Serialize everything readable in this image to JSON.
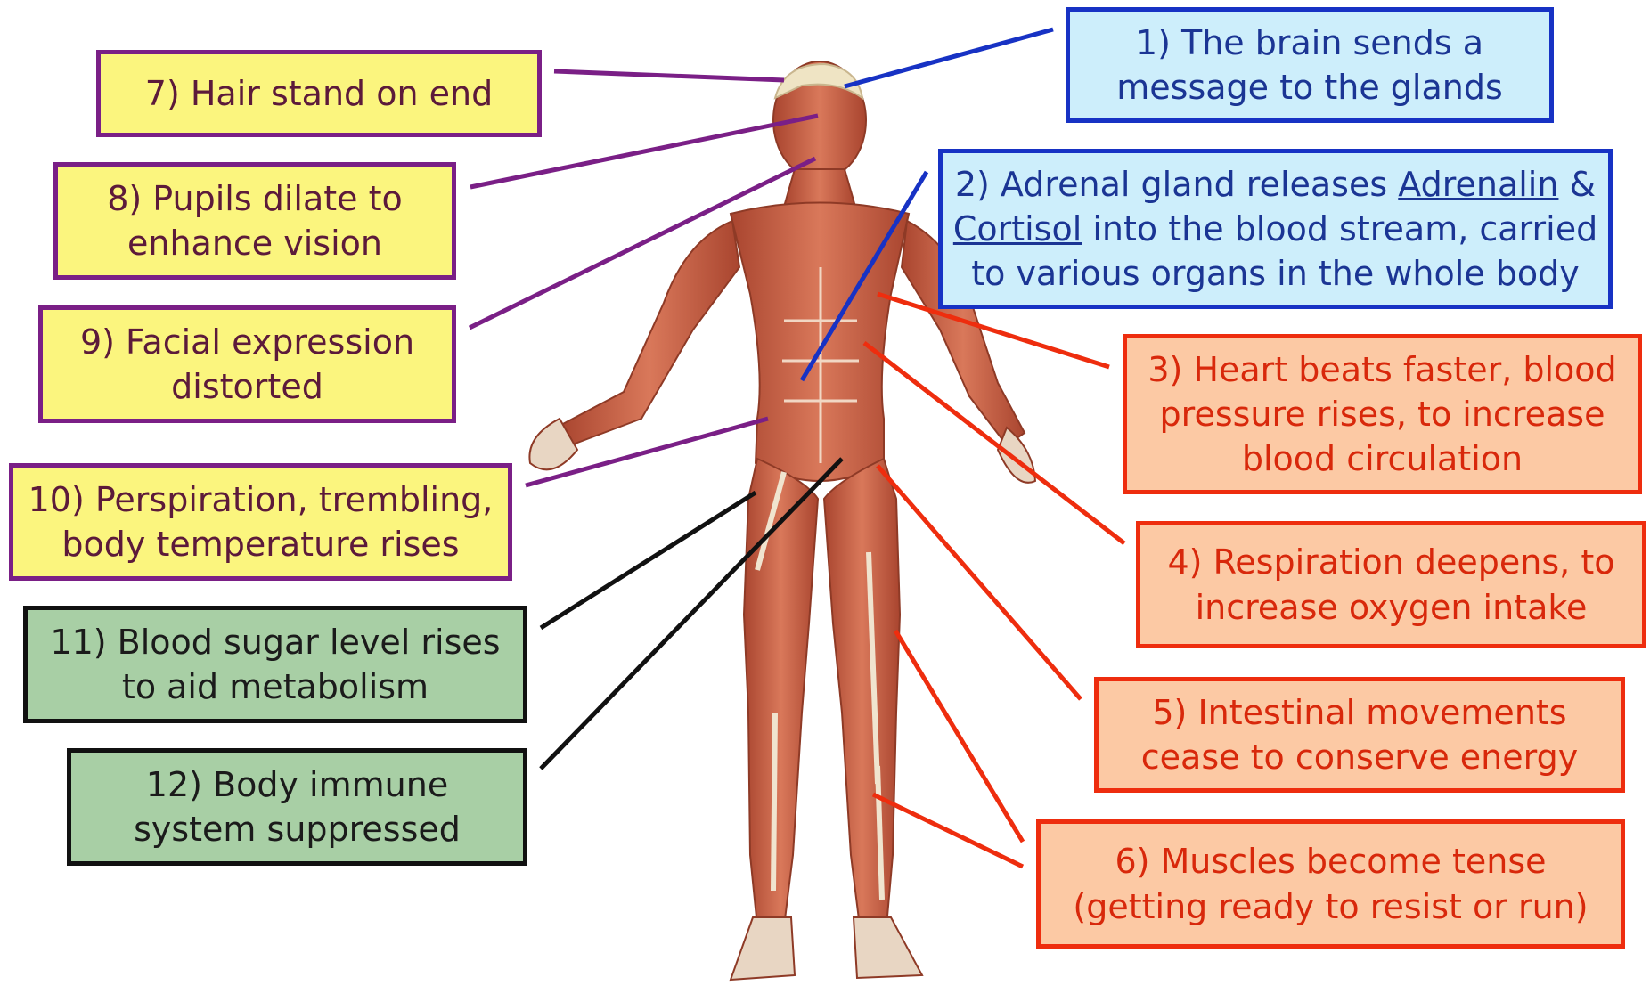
{
  "labels": {
    "item1": {
      "line1": "1) The brain sends a",
      "line2": "message to the glands"
    },
    "item2": {
      "line1_a": "2) Adrenal gland releases ",
      "line1_u": "Adrenalin",
      "line1_b": " &",
      "line2_u": "Cortisol",
      "line2_b": " into the blood stream, carried",
      "line3": "to various organs in the whole body"
    },
    "item3": {
      "line1": "3) Heart beats faster, blood",
      "line2": "pressure rises, to increase",
      "line3": "blood circulation"
    },
    "item4": {
      "line1": "4) Respiration deepens, to",
      "line2": "increase oxygen intake"
    },
    "item5": {
      "line1": "5) Intestinal movements",
      "line2": "cease to conserve energy"
    },
    "item6": {
      "line1": "6) Muscles become tense",
      "line2": "(getting ready to resist or run)"
    },
    "item7": {
      "line1": "7) Hair stand on end"
    },
    "item8": {
      "line1": "8) Pupils dilate to",
      "line2": "enhance vision"
    },
    "item9": {
      "line1": "9) Facial expression",
      "line2": "distorted"
    },
    "item10": {
      "line1": "10) Perspiration, trembling,",
      "line2": "body temperature rises"
    },
    "item11": {
      "line1": "11) Blood sugar level rises",
      "line2": "to aid metabolism"
    },
    "item12": {
      "line1": "12) Body immune",
      "line2": "system suppressed"
    }
  },
  "colors": {
    "nervous_border": "#7a1f86",
    "nervous_fill": "#fbf57e",
    "hormone_border": "#1732c4",
    "hormone_fill": "#cdeefb",
    "organ_border": "#ee2d0e",
    "organ_fill": "#fcc9a4",
    "metabolic_border": "#111111",
    "metabolic_fill": "#a8cfa5",
    "muscle": "#c8644a"
  },
  "figure": {
    "icon": "human-muscle-anatomy-figure"
  }
}
